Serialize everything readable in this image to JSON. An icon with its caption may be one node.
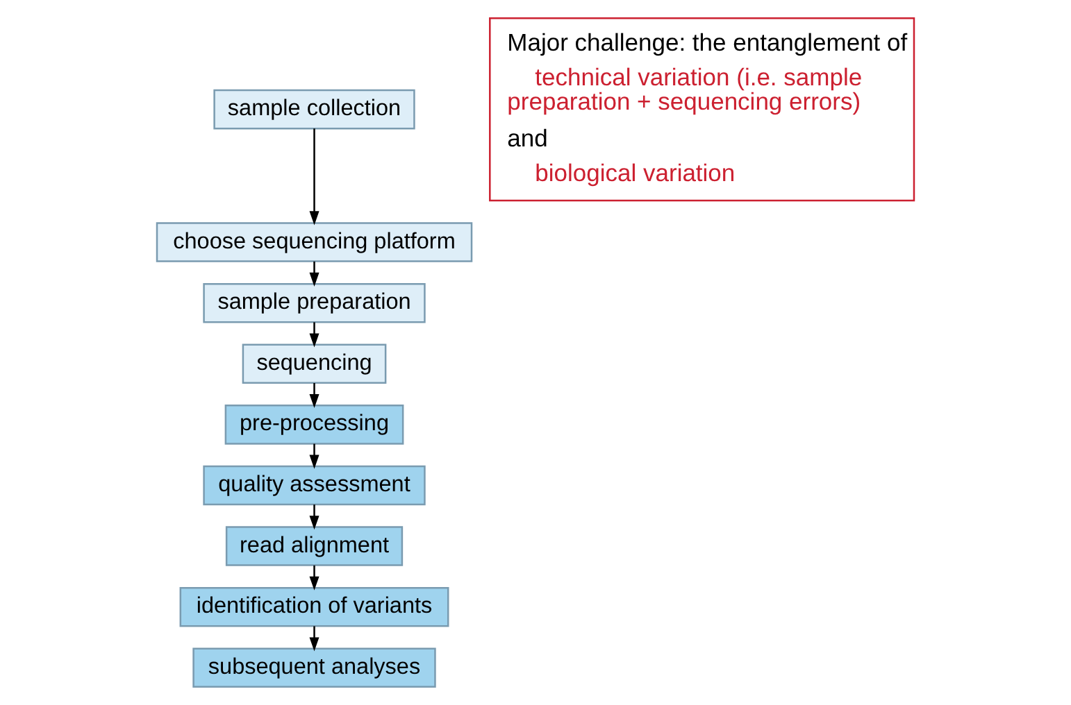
{
  "diagram": {
    "nodes": [
      {
        "text": [
          "sample collection"
        ]
      },
      {
        "text": [
          "choose sequencing platform"
        ]
      },
      {
        "text": [
          "sample preparation"
        ]
      },
      {
        "text": [
          "sequencing"
        ]
      },
      {
        "text": [
          "pre-processing"
        ]
      },
      {
        "text": [
          "quality assessment"
        ]
      },
      {
        "text": [
          "read alignment"
        ]
      },
      {
        "text": [
          "identification of variants"
        ]
      },
      {
        "text": [
          "subsequent analyses"
        ]
      },
      {
        "text": [
          "Major challenge: the entanglement of",
          "technical variation (i.e. sample preparation + sequencing errors)",
          "and",
          "biological variation"
        ]
      }
    ],
    "edges": [
      {
        "from": 0,
        "to": 1,
        "arrow": "to"
      },
      {
        "from": 1,
        "to": 2,
        "arrow": "to"
      },
      {
        "from": 2,
        "to": 3,
        "arrow": "to"
      },
      {
        "from": 3,
        "to": 4,
        "arrow": "to"
      },
      {
        "from": 4,
        "to": 5,
        "arrow": "to"
      },
      {
        "from": 5,
        "to": 6,
        "arrow": "to"
      },
      {
        "from": 6,
        "to": 7,
        "arrow": "to"
      },
      {
        "from": 7,
        "to": 8,
        "arrow": "to"
      }
    ]
  }
}
